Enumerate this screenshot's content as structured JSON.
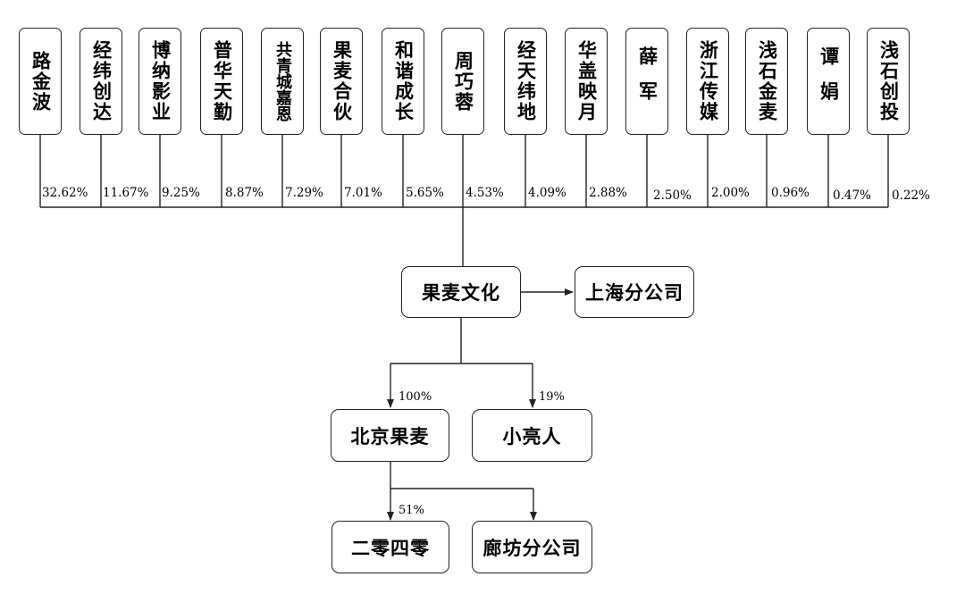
{
  "shareholders": [
    {
      "name": "路金波",
      "pct": "32.62%"
    },
    {
      "name": "经纬创达",
      "pct": "11.67%"
    },
    {
      "name": "博纳影业",
      "pct": "9.25%"
    },
    {
      "name": "普华天勤",
      "pct": "8.87%"
    },
    {
      "name": "共青城嘉恩",
      "pct": "7.29%"
    },
    {
      "name": "果麦合伙",
      "pct": "7.01%"
    },
    {
      "name": "和谐成长",
      "pct": "5.65%"
    },
    {
      "name": "周巧蓉",
      "pct": "4.53%"
    },
    {
      "name": "经天纬地",
      "pct": "4.09%"
    },
    {
      "name": "华盖映月",
      "pct": "2.88%"
    },
    {
      "name": "薛军",
      "pct": "2.50%"
    },
    {
      "name": "浙江传媒",
      "pct": "2.00%"
    },
    {
      "name": "浅石金麦",
      "pct": "0.96%"
    },
    {
      "name": "谭娟",
      "pct": "0.47%"
    },
    {
      "name": "浅石创投",
      "pct": "0.22%"
    }
  ],
  "company": "果麦文化",
  "branch_shanghai": "上海分公司",
  "subsidiaries": {
    "beijing": {
      "name": "北京果麦",
      "pct": "100%"
    },
    "xiaoliangren": {
      "name": "小亮人",
      "pct": "19%"
    }
  },
  "second_level": {
    "erlingsiling": {
      "name": "二零四零",
      "pct": "51%"
    },
    "langfang": {
      "name": "廊坊分公司"
    }
  }
}
